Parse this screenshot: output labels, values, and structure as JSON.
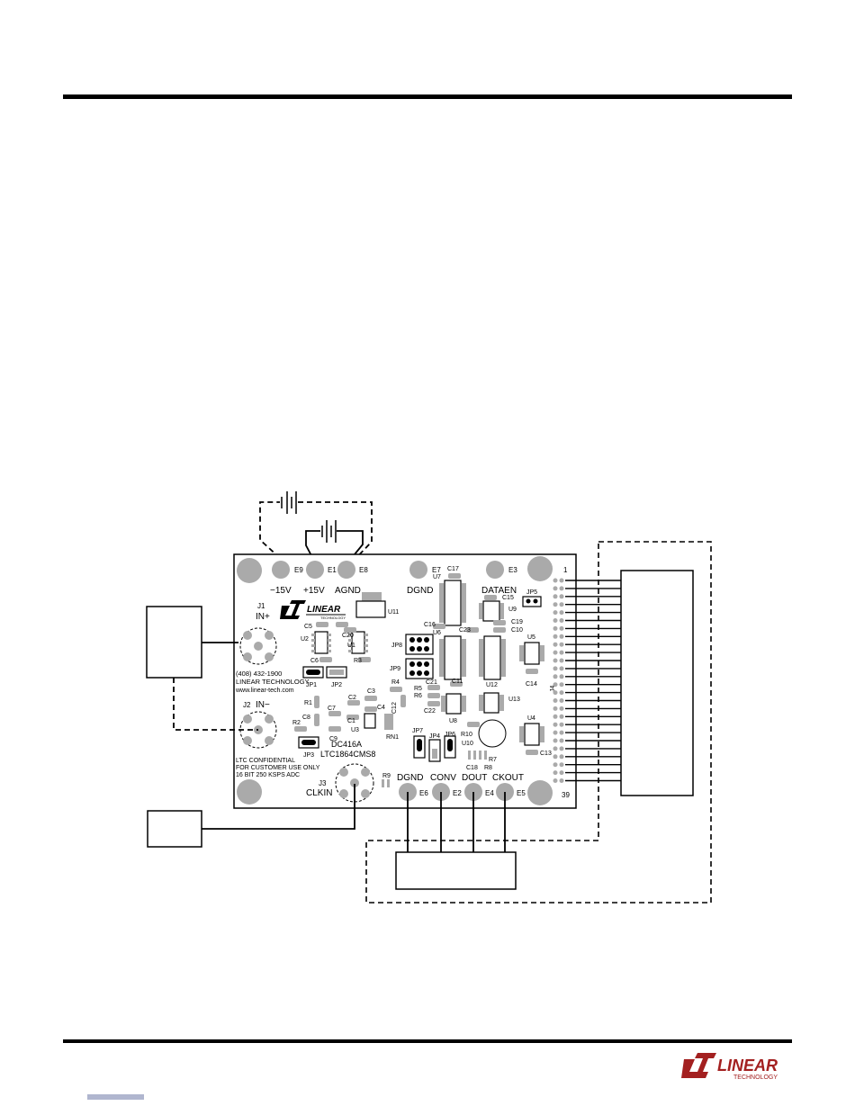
{
  "page": {
    "footer_brand": "LINEAR",
    "footer_brand_sub": "TECHNOLOGY"
  },
  "diagram": {
    "terminals": {
      "e9": "E9",
      "e1": "E1",
      "e8": "E8",
      "e7": "E7",
      "e3": "E3",
      "e6": "E6",
      "e2": "E2",
      "e4": "E4",
      "e5": "E5"
    },
    "supply_labels": {
      "neg15": "−15V",
      "pos15": "+15V",
      "agnd": "AGND",
      "dgnd": "DGND",
      "dataen": "DATAEN"
    },
    "bottom_labels": {
      "dgnd": "DGND",
      "conv": "CONV",
      "dout": "DOUT",
      "ckout": "CKOUT"
    },
    "connectors": {
      "j1": "J1",
      "in_plus": "IN+",
      "j2": "J2",
      "in_minus": "IN−",
      "j3": "J3",
      "clkin": "CLKIN",
      "j4": "J4",
      "pin1": "1",
      "pin39": "39"
    },
    "board_info": {
      "phone": "(408) 432-1900",
      "company": "LINEAR TECHNOLOGY",
      "web": "www.linear-tech.com",
      "conf1": "LTC CONFIDENTIAL",
      "conf2": "FOR CUSTOMER USE ONLY",
      "conf3": "16 BIT 250 KSPS ADC",
      "board_id": "DC416A",
      "part": "LTC1864CMS8",
      "logo": "LINEAR",
      "logo_sub": "TECHNOLOGY"
    },
    "refdes": {
      "u1": "U1",
      "u2": "U2",
      "u3": "U3",
      "u4": "U4",
      "u5": "U5",
      "u6": "U6",
      "u7": "U7",
      "u8": "U8",
      "u9": "U9",
      "u10": "U10",
      "u11": "U11",
      "u12": "U12",
      "u13": "U13",
      "c1": "C1",
      "c2": "C2",
      "c3": "C3",
      "c4": "C4",
      "c5": "C5",
      "c6": "C6",
      "c7": "C7",
      "c8": "C8",
      "c9": "C9",
      "c10": "C10",
      "c11": "C11",
      "c12": "C12",
      "c13": "C13",
      "c14": "C14",
      "c15": "C15",
      "c16": "C16",
      "c17": "C17",
      "c18": "C18",
      "c19": "C19",
      "c20": "C20",
      "c21": "C21",
      "c22": "C22",
      "c23": "C23",
      "r1": "R1",
      "r2": "R2",
      "r3": "R3",
      "r4": "R4",
      "r5": "R5",
      "r6": "R6",
      "r7": "R7",
      "r8": "R8",
      "r9": "R9",
      "r10": "R10",
      "rn1": "RN1",
      "jp1": "JP1",
      "jp2": "JP2",
      "jp3": "JP3",
      "jp4": "JP4",
      "jp5": "JP5",
      "jp6": "JP6",
      "jp7": "JP7",
      "jp8": "JP8",
      "jp9": "JP9"
    }
  }
}
